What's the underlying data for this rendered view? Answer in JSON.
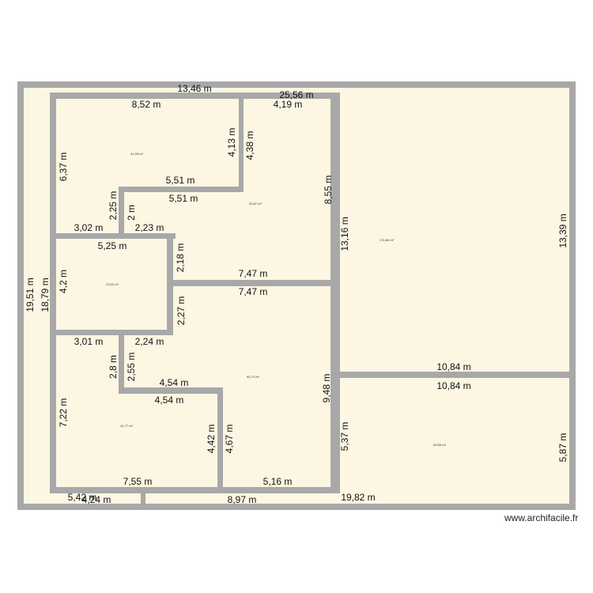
{
  "plan": {
    "wall_color": "#a8a8a8",
    "room_color": "#fdf6e3",
    "dimensions": {
      "top_left_13_46": "13,46 m",
      "top_25_56": "25,56 m",
      "top_8_52": "8,52 m",
      "top_4_19": "4,19 m",
      "v_4_13": "4,13 m",
      "v_4_38": "4,38 m",
      "v_6_37": "6,37 m",
      "h_5_51_a": "5,51 m",
      "h_5_51_b": "5,51 m",
      "v_8_55": "8,55 m",
      "v_2_25": "2,25 m",
      "v_2": "2 m",
      "h_3_02": "3,02 m",
      "h_2_23": "2,23 m",
      "v_13_16": "13,16 m",
      "v_13_39": "13,39 m",
      "h_5_25": "5,25 m",
      "v_2_18": "2,18 m",
      "v_19_51": "19,51 m",
      "v_18_79": "18,79 m",
      "v_4_2": "4,2 m",
      "h_7_47_a": "7,47 m",
      "h_7_47_b": "7,47 m",
      "v_2_27": "2,27 m",
      "h_3_01": "3,01 m",
      "h_2_24": "2,24 m",
      "v_2_8": "2,8 m",
      "v_2_55": "2,55 m",
      "h_10_84_a": "10,84 m",
      "h_10_84_b": "10,84 m",
      "h_4_54_a": "4,54 m",
      "h_4_54_b": "4,54 m",
      "v_9_48": "9,48 m",
      "v_7_22": "7,22 m",
      "v_4_42": "4,42 m",
      "v_4_67": "4,67 m",
      "v_5_37": "5,37 m",
      "v_5_87": "5,87 m",
      "h_7_55": "7,55 m",
      "h_5_16": "5,16 m",
      "h_5_42": "5,42 m",
      "h_4_24": "4,24 m",
      "h_8_97": "8,97 m",
      "h_19_82": "19,82 m"
    },
    "areas": {
      "room_top_left": "41,93 m²",
      "room_top_middle": "53,87 m²",
      "room_right_top": "174,86 m²",
      "room_middle_left": "22,02 m²",
      "room_center": "60,73 m²",
      "room_bottom_left": "41,77 m²",
      "room_right_bottom": "69,66 m²"
    }
  },
  "watermark": "www.archifacile.fr"
}
